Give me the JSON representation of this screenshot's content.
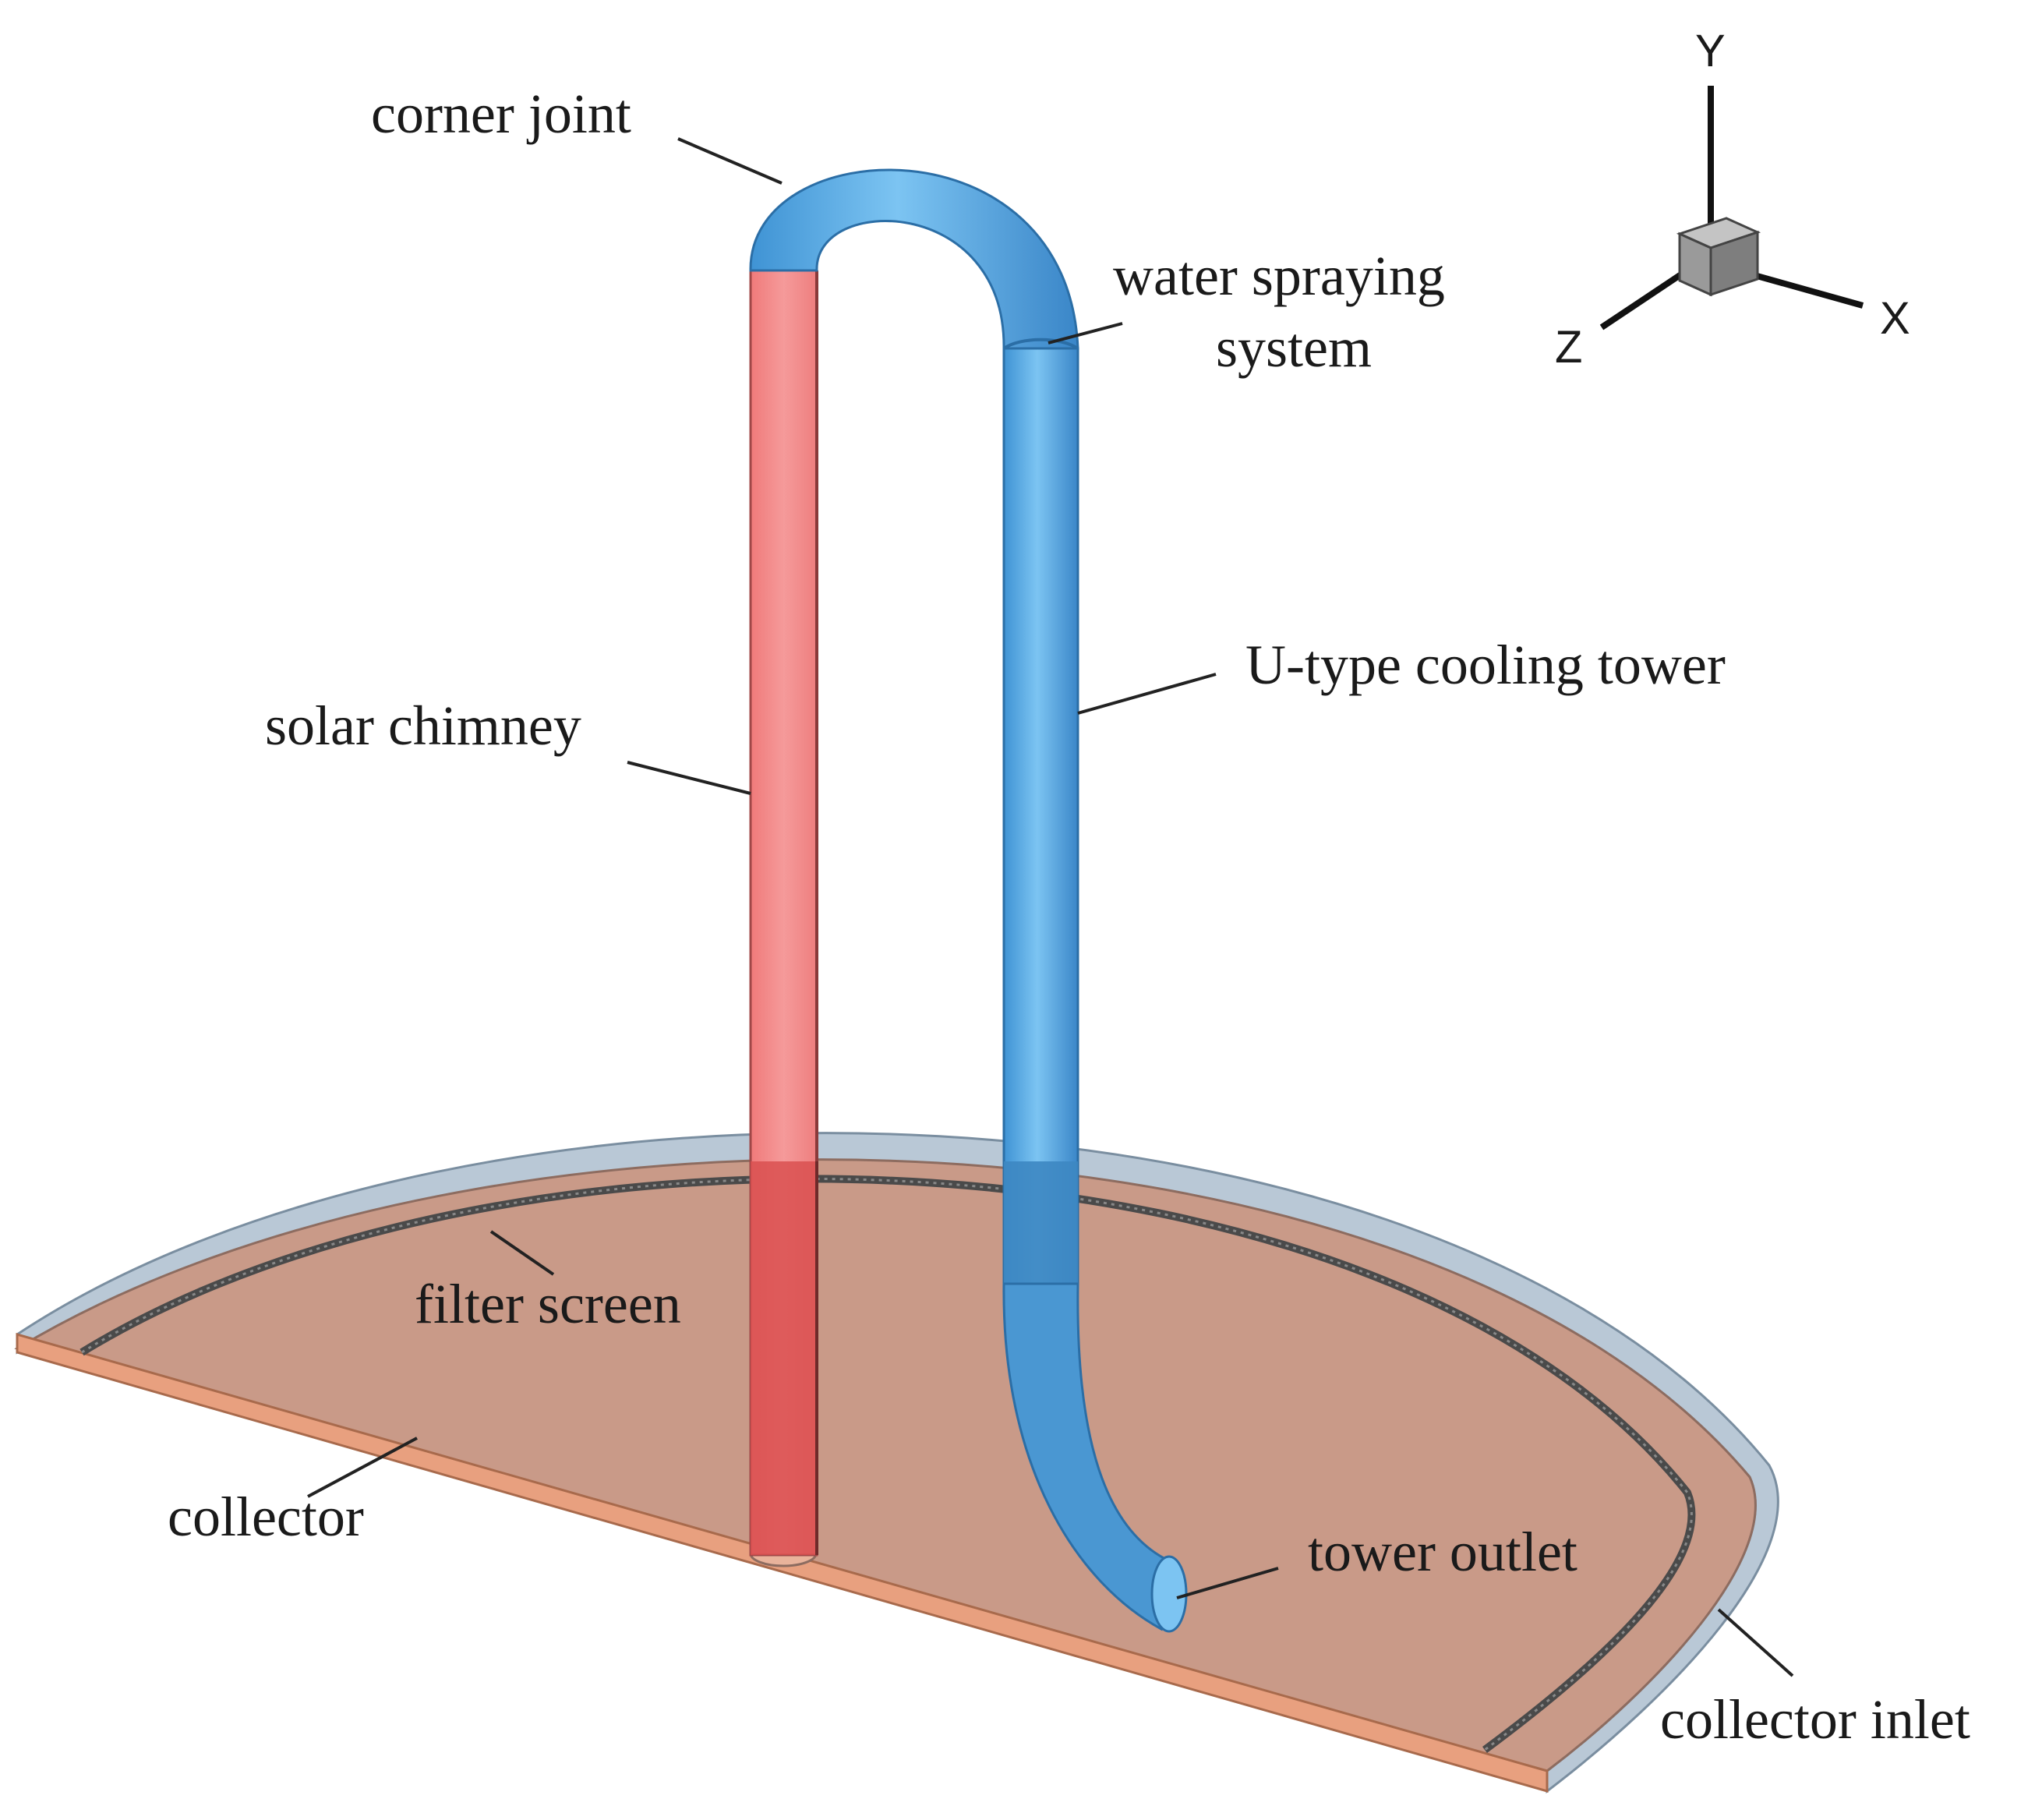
{
  "labels": {
    "corner_joint": "corner joint",
    "water_spraying_1": "water spraying",
    "water_spraying_2": "system",
    "u_type_cooling_tower": "U-type cooling tower",
    "solar_chimney": "solar chimney",
    "filter_screen": "filter screen",
    "collector": "collector",
    "tower_outlet": "tower outlet",
    "collector_inlet": "collector inlet"
  },
  "axes": {
    "x": "X",
    "y": "Y",
    "z": "Z"
  },
  "colors": {
    "collector_fill": "#c99a88",
    "collector_edge": "#e8a07f",
    "collector_rim": "#b9c8d6",
    "solar_chimney": "#f08585",
    "solar_chimney_lower": "#d95050",
    "cooling_tower": "#5aaee6",
    "cooling_tower_dark": "#3d87c2",
    "axis_cube": "#9a9a9a"
  }
}
